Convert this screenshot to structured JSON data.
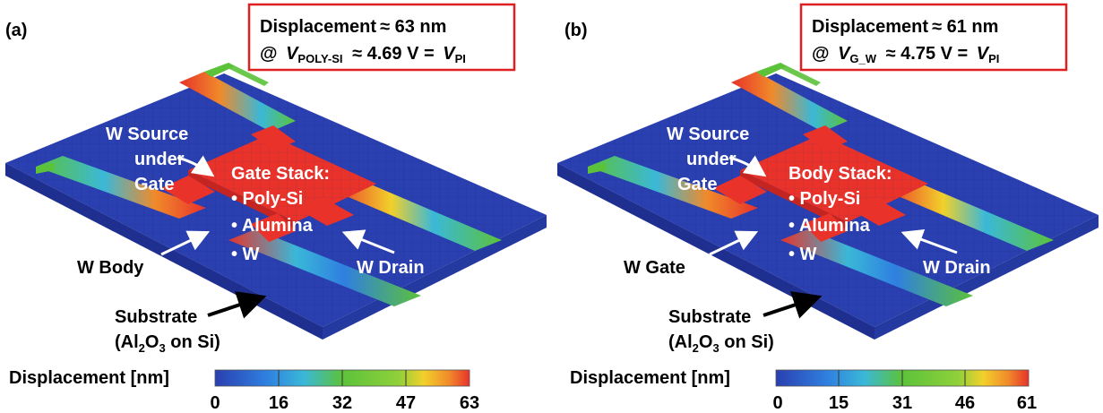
{
  "panels": [
    {
      "label": "(a)",
      "box": {
        "line1_prefix": "Displacement",
        "line1_value": "≈ 63 nm",
        "line2_at": "@",
        "line2_var": "V",
        "line2_var_sub": "POLY-SI",
        "line2_value": "≈ 4.69 V =",
        "line2_eq_var": "V",
        "line2_eq_sub": "PI"
      },
      "annotations": {
        "source": [
          "W Source",
          "under",
          "Gate"
        ],
        "stack": [
          "Gate Stack:",
          "• Poly-Si",
          "• Alumina",
          "• W"
        ],
        "left_terminal": "W Body",
        "drain": "W Drain",
        "substrate_line1": "Substrate",
        "substrate_line2_pre": "(Al",
        "substrate_sub1": "2",
        "substrate_mid": "O",
        "substrate_sub2": "3",
        "substrate_post": " on Si)"
      },
      "colorbar": {
        "title": "Displacement [nm]",
        "ticks": [
          "0",
          "16",
          "32",
          "47",
          "63"
        ]
      }
    },
    {
      "label": "(b)",
      "box": {
        "line1_prefix": "Displacement",
        "line1_value": "≈ 61 nm",
        "line2_at": "@",
        "line2_var": "V",
        "line2_var_sub": "G_W",
        "line2_value": "≈ 4.75 V =",
        "line2_eq_var": "V",
        "line2_eq_sub": "PI"
      },
      "annotations": {
        "source": [
          "W Source",
          "under",
          "Gate"
        ],
        "stack": [
          "Body Stack:",
          "• Poly-Si",
          "• Alumina",
          "• W"
        ],
        "left_terminal": "W Gate",
        "drain": "W Drain",
        "substrate_line1": "Substrate",
        "substrate_line2_pre": "(Al",
        "substrate_sub1": "2",
        "substrate_mid": "O",
        "substrate_sub2": "3",
        "substrate_post": " on Si)"
      },
      "colorbar": {
        "title": "Displacement [nm]",
        "ticks": [
          "0",
          "15",
          "31",
          "46",
          "61"
        ]
      }
    }
  ],
  "colors": {
    "substrate": "#2a3fb0",
    "hot": "#e8322a",
    "warm": "#f08a2a",
    "green": "#5cc23a",
    "cyan": "#3ab8d8",
    "box_border": "#e02020"
  }
}
